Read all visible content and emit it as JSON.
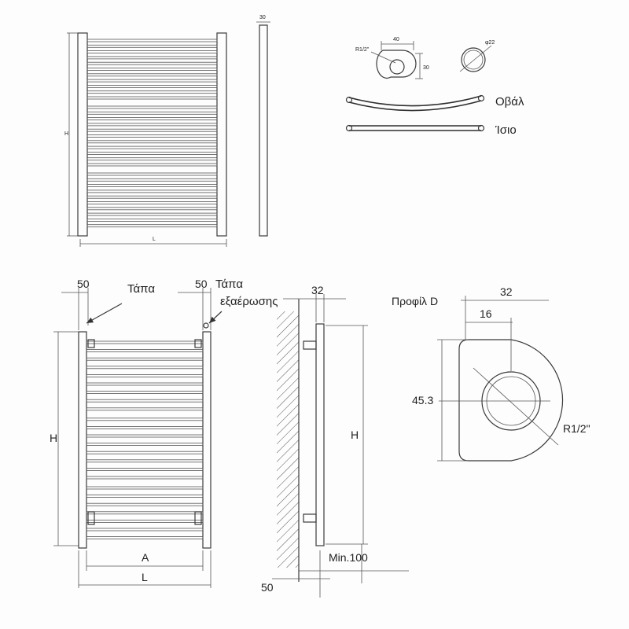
{
  "top_front": {
    "h_label": "H",
    "l_label": "L"
  },
  "top_side": {
    "width_label": "30"
  },
  "profile_top": {
    "width_label": "40",
    "height_label": "30",
    "thread_label": "R1/2\"",
    "diameter_label": "φ22"
  },
  "rail_types": {
    "curved_label": "Οβάλ",
    "straight_label": "Ίσιο"
  },
  "bottom_front": {
    "left_offset": "50",
    "right_offset": "50",
    "plug_label": "Τάπα",
    "vent_label_1": "Τάπα",
    "vent_label_2": "εξαέρωσης",
    "h_label": "H",
    "a_label": "A",
    "l_label": "L"
  },
  "bottom_side": {
    "depth_label": "32",
    "h_label": "H",
    "min_label": "Min.100",
    "bottom_label": "50"
  },
  "profile_d": {
    "title": "Προφίλ D",
    "width_label": "32",
    "inner_label": "16",
    "height_label": "45.3",
    "thread_label": "R1/2\""
  }
}
